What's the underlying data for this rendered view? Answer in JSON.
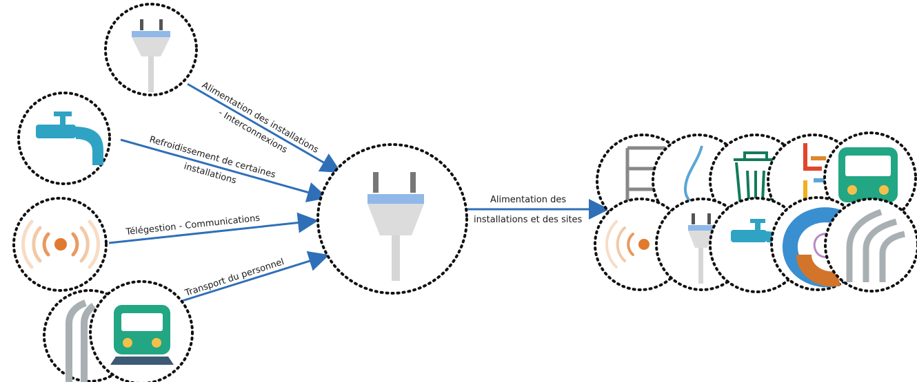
{
  "edges": {
    "power": [
      "Alimentation des installations",
      "- Interconnexions"
    ],
    "water": [
      "Refroidissement de certaines",
      "installations"
    ],
    "telecom": "Télégestion - Communications",
    "transport": "Transport du personnel",
    "output": [
      "Alimentation des",
      "installations et des sites"
    ]
  },
  "colors": {
    "arrow": "#2f6fb7",
    "plug_body": "#dcdcdc",
    "plug_band": "#90b8e8",
    "tap": "#2fa3c4",
    "signal": "#e07a2e",
    "train": "#22a683",
    "rail": "#a9b0b3"
  },
  "icons": {
    "input_nodes": [
      "plug-icon",
      "water-tap-icon",
      "radio-signal-icon",
      "rail-track-icon",
      "train-icon"
    ],
    "central_node": "plug-icon",
    "output_cluster": [
      "storage-tank-icon",
      "gas-flame-icon",
      "trash-bin-icon",
      "pipe-icon",
      "bus-icon",
      "radio-signal-icon",
      "plug-icon",
      "water-tap-icon",
      "heat-swirl-icon",
      "rail-track-icon"
    ]
  }
}
